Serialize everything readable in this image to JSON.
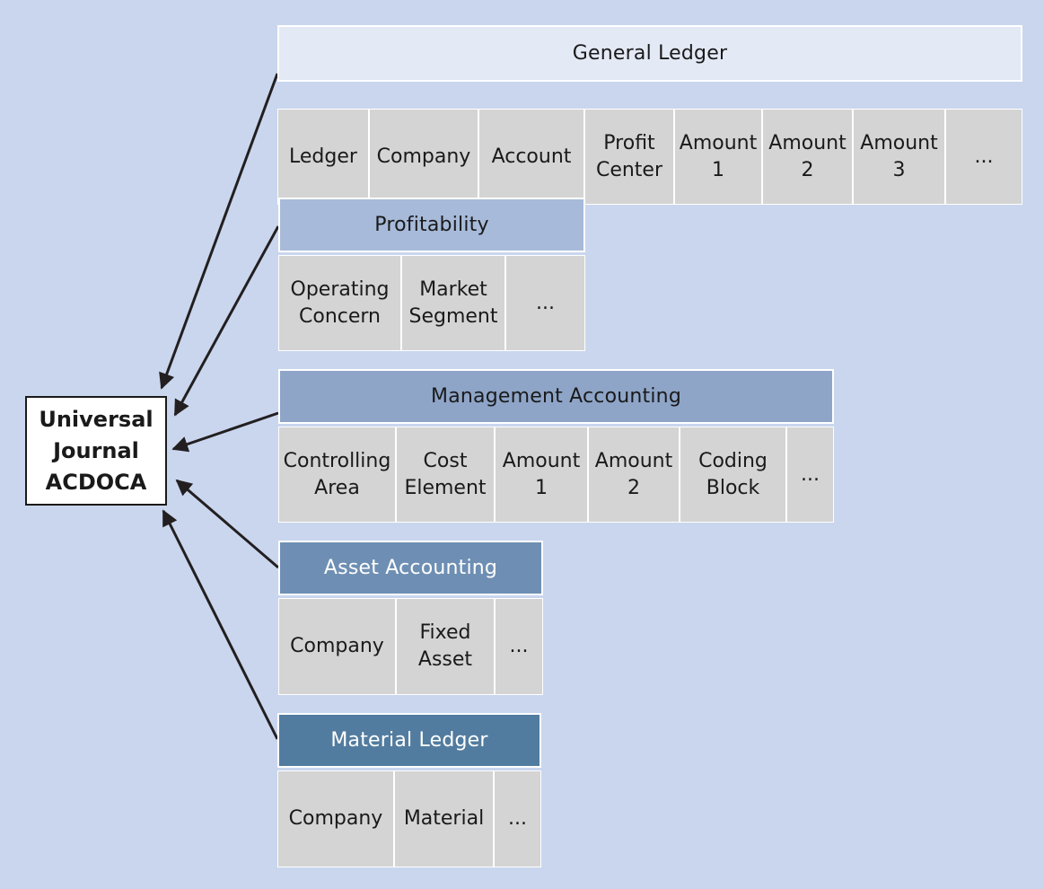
{
  "central": {
    "line1": "Universal",
    "line2": "Journal",
    "line3": "ACDOCA"
  },
  "groups": {
    "general_ledger": {
      "title": "General Ledger",
      "fields": [
        "Ledger",
        "Company",
        "Account",
        "Profit\nCenter",
        "Amount\n1",
        "Amount\n2",
        "Amount\n3",
        "..."
      ]
    },
    "profitability": {
      "title": "Profitability",
      "fields": [
        "Operating\nConcern",
        "Market\nSegment",
        "..."
      ]
    },
    "management_accounting": {
      "title": "Management Accounting",
      "fields": [
        "Controlling\nArea",
        "Cost\nElement",
        "Amount\n1",
        "Amount\n2",
        "Coding\nBlock",
        "..."
      ]
    },
    "asset_accounting": {
      "title": "Asset Accounting",
      "fields": [
        "Company",
        "Fixed\nAsset",
        "..."
      ]
    },
    "material_ledger": {
      "title": "Material Ledger",
      "fields": [
        "Company",
        "Material",
        "..."
      ]
    }
  },
  "colors": {
    "background": "#c9d6ee",
    "general_ledger_header": "#e3e9f5",
    "profitability_header": "#a7bad9",
    "management_accounting_header": "#8ea5c8",
    "asset_accounting_header": "#6e8fb3",
    "material_ledger_header": "#527c9f",
    "field_cell": "#d4d4d4",
    "arrow": "#231f20"
  }
}
